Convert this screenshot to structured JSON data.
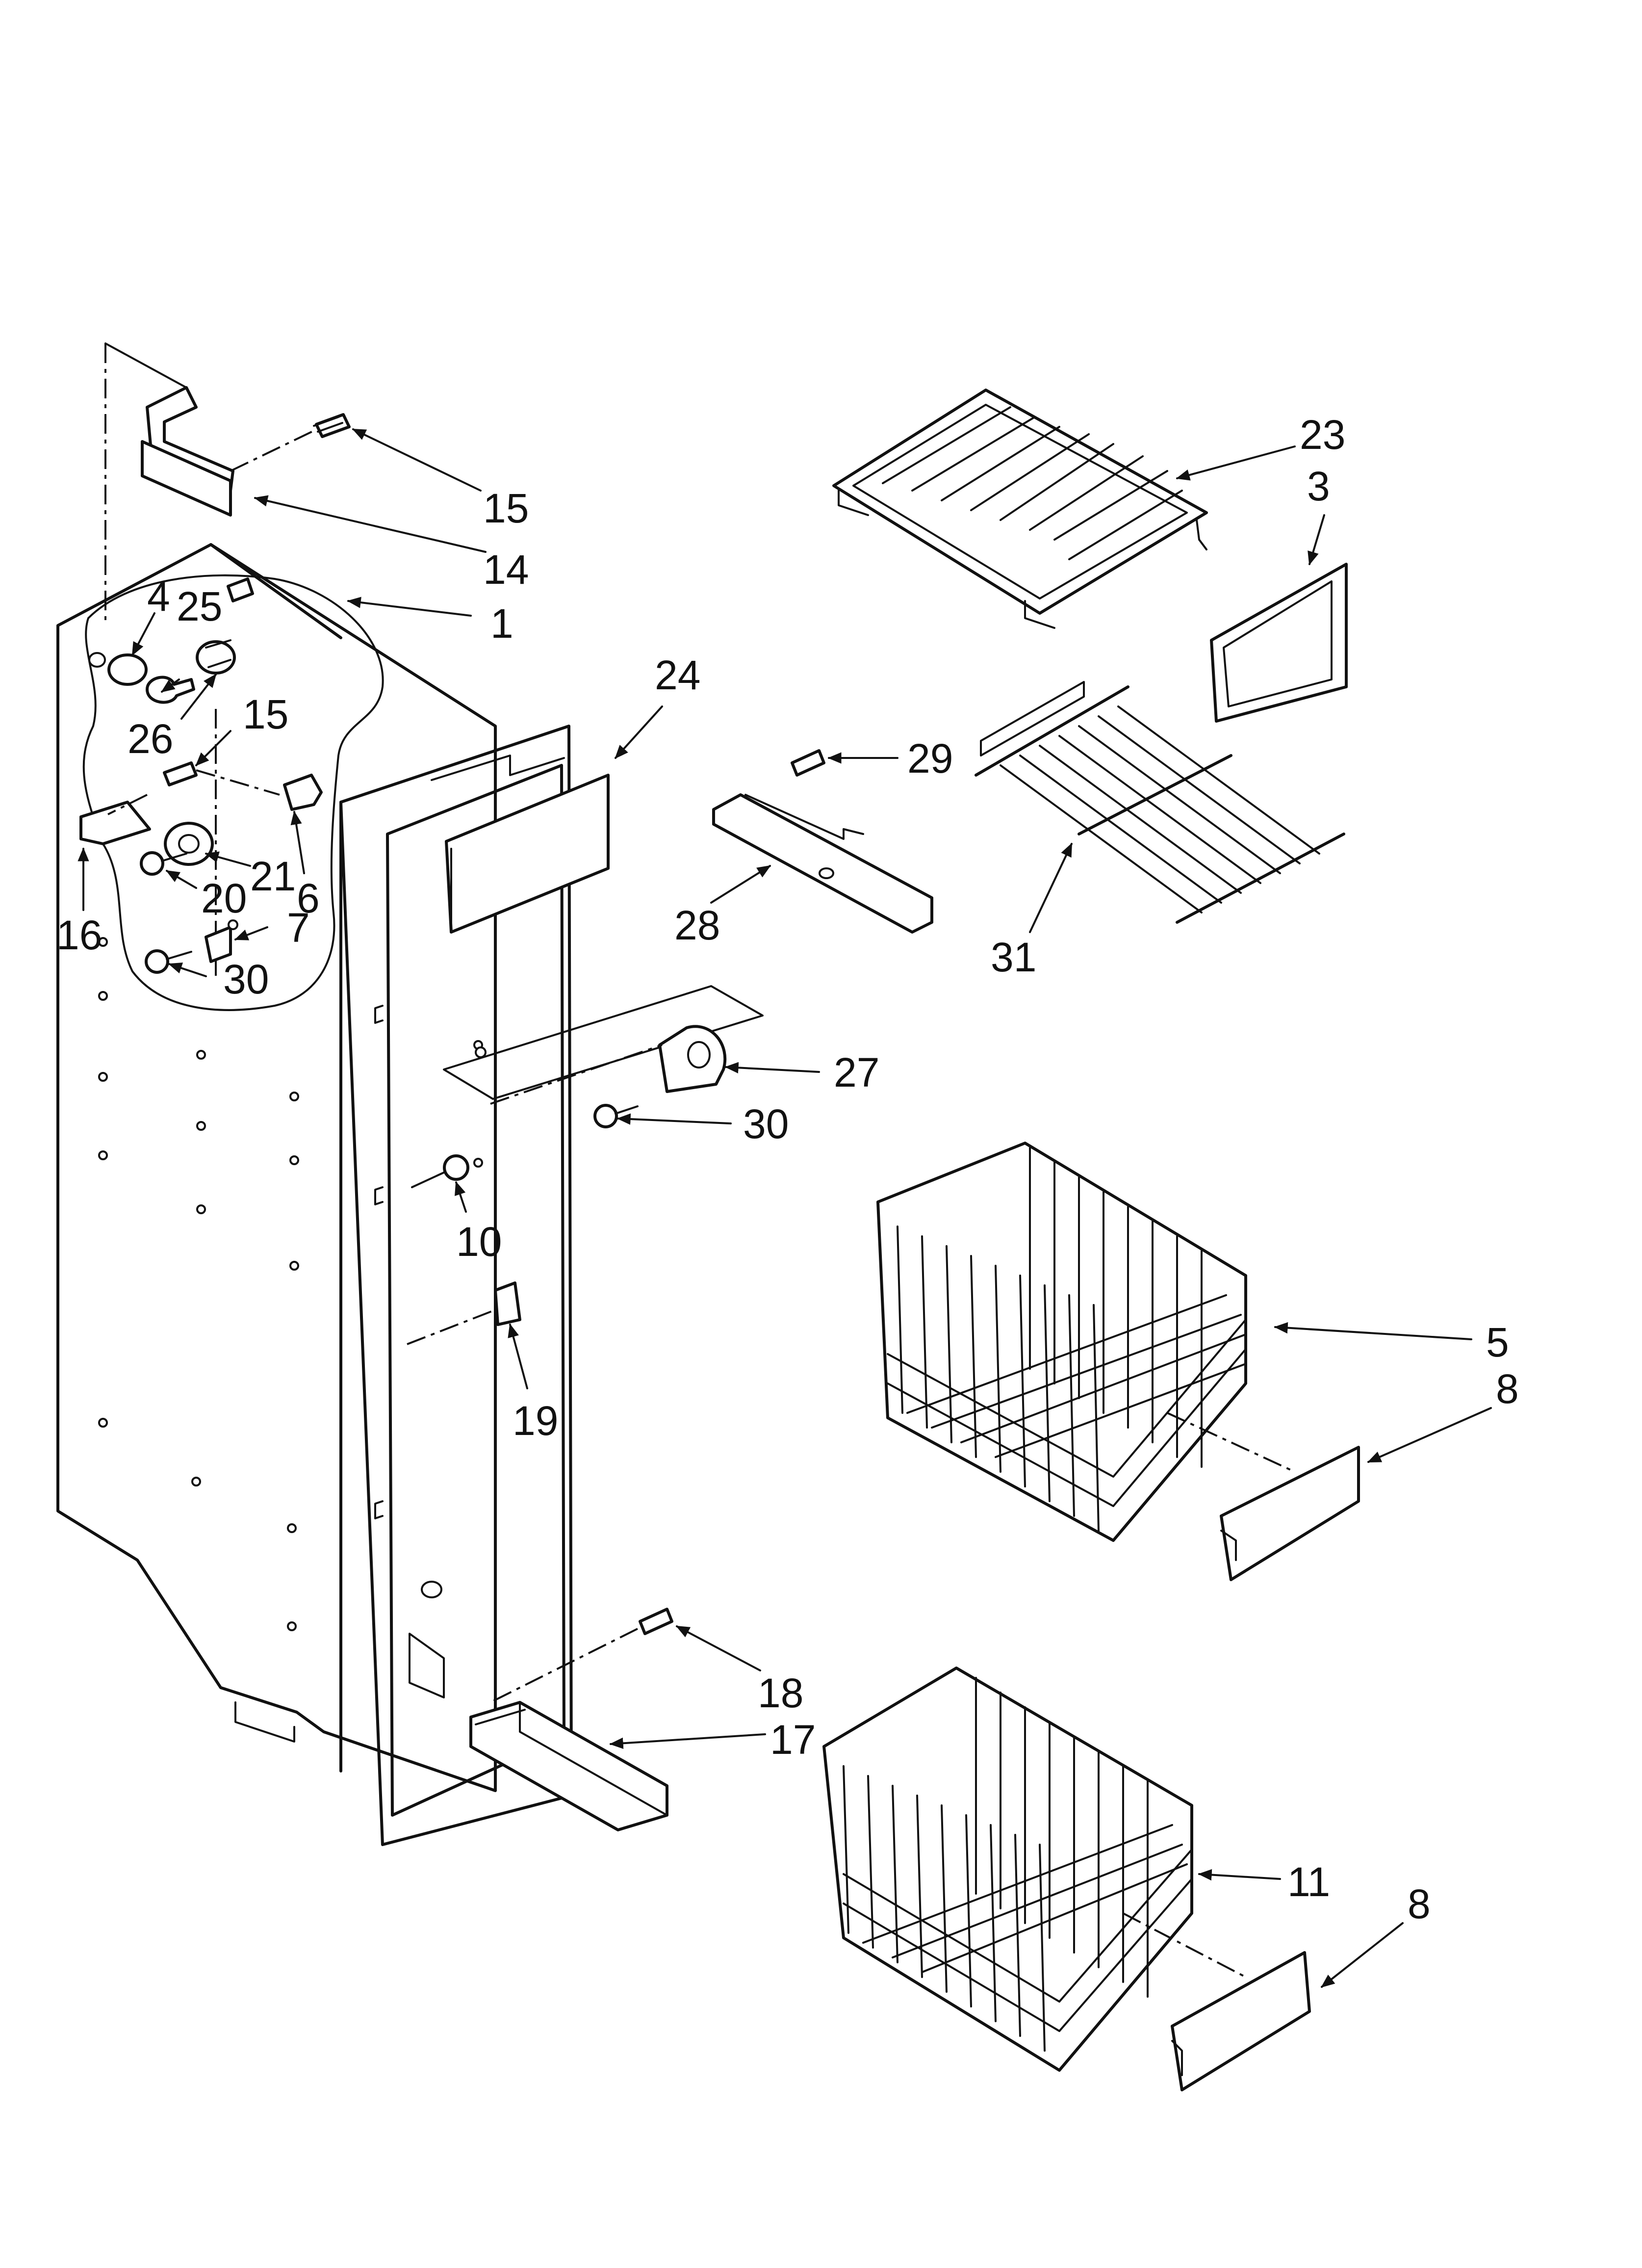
{
  "callouts": {
    "c1": "1",
    "c3": "3",
    "c4": "4",
    "c5": "5",
    "c6": "6",
    "c7": "7",
    "c8a": "8",
    "c8b": "8",
    "c10": "10",
    "c11": "11",
    "c14": "14",
    "c15a": "15",
    "c15b": "15",
    "c16": "16",
    "c17": "17",
    "c18": "18",
    "c19": "19",
    "c20": "20",
    "c21": "21",
    "c23": "23",
    "c24": "24",
    "c25": "25",
    "c26": "26",
    "c27": "27",
    "c28": "28",
    "c29": "29",
    "c30a": "30",
    "c30b": "30",
    "c31": "31"
  },
  "colors": {
    "line": "#111111",
    "background": "#ffffff"
  }
}
